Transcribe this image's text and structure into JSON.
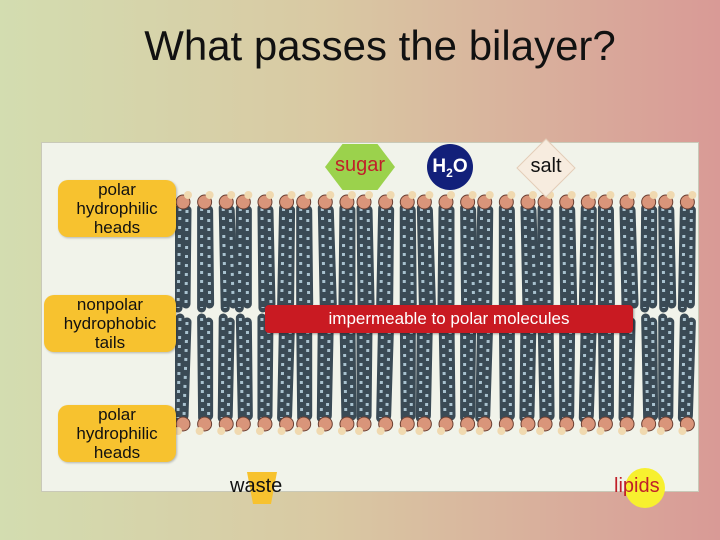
{
  "title": "What passes the bilayer?",
  "labels": {
    "top_heads": [
      "polar",
      "hydrophilic",
      "heads"
    ],
    "tails": [
      "nonpolar",
      "hydrophobic",
      "tails"
    ],
    "bottom_heads": [
      "polar",
      "hydrophilic",
      "heads"
    ]
  },
  "molecules": {
    "sugar": "sugar",
    "water_main": "H",
    "water_sub": "2",
    "water_end": "O",
    "salt": "salt",
    "waste": "waste",
    "lipids": "lipids"
  },
  "banner": "impermeable to polar molecules",
  "colors": {
    "label_box": "#f7c22f",
    "banner": "#c91a22",
    "sugar": "#9bd24c",
    "water": "#12207a",
    "lipids": "#f7f02f",
    "red_text": "#c0202a"
  }
}
